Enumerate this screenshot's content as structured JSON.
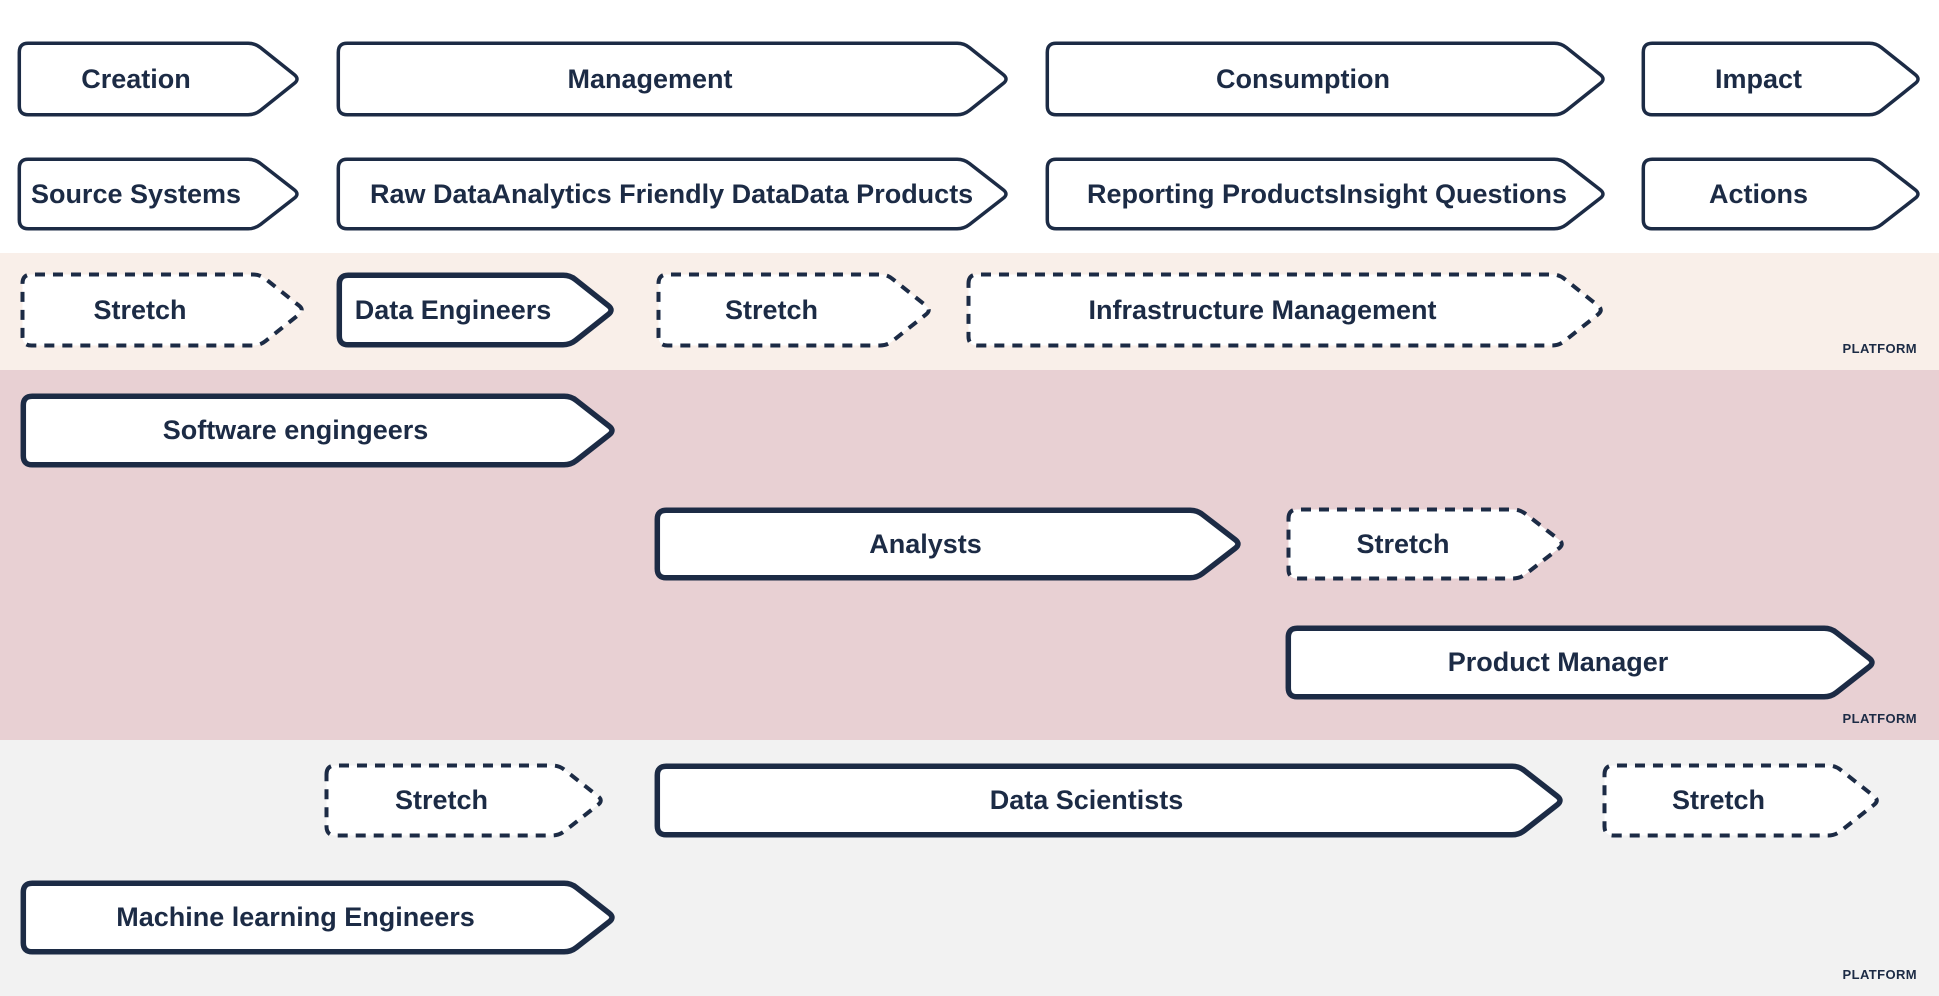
{
  "page": {
    "platform_label": "PLATFORM"
  },
  "colors": {
    "ink": "#1c2b45",
    "arrow_fill": "#ffffff",
    "band_platform_1_bg": "#f9efe9",
    "band_platform_2_bg": "#e8d0d3",
    "band_platform_3_bg": "#f2f2f2",
    "page_bg": "#ffffff"
  },
  "lifecycle_stages": {
    "creation": "Creation",
    "management": "Management",
    "consumption": "Consumption",
    "impact": "Impact"
  },
  "artifacts": {
    "source_systems": "Source Systems",
    "raw_data": "Raw Data",
    "analytics_friendly_data": "Analytics Friendly Data",
    "data_products": "Data Products",
    "reporting_products": "Reporting Products",
    "insight_questions": "Insight Questions",
    "actions": "Actions"
  },
  "roles": {
    "stretch": "Stretch",
    "data_engineers": "Data Engineers",
    "infrastructure_management": "Infrastructure Management",
    "software_engineers": "Software engingeers",
    "analysts": "Analysts",
    "product_manager": "Product Manager",
    "data_scientists": "Data Scientists",
    "machine_learning_engineers": "Machine learning Engineers"
  }
}
